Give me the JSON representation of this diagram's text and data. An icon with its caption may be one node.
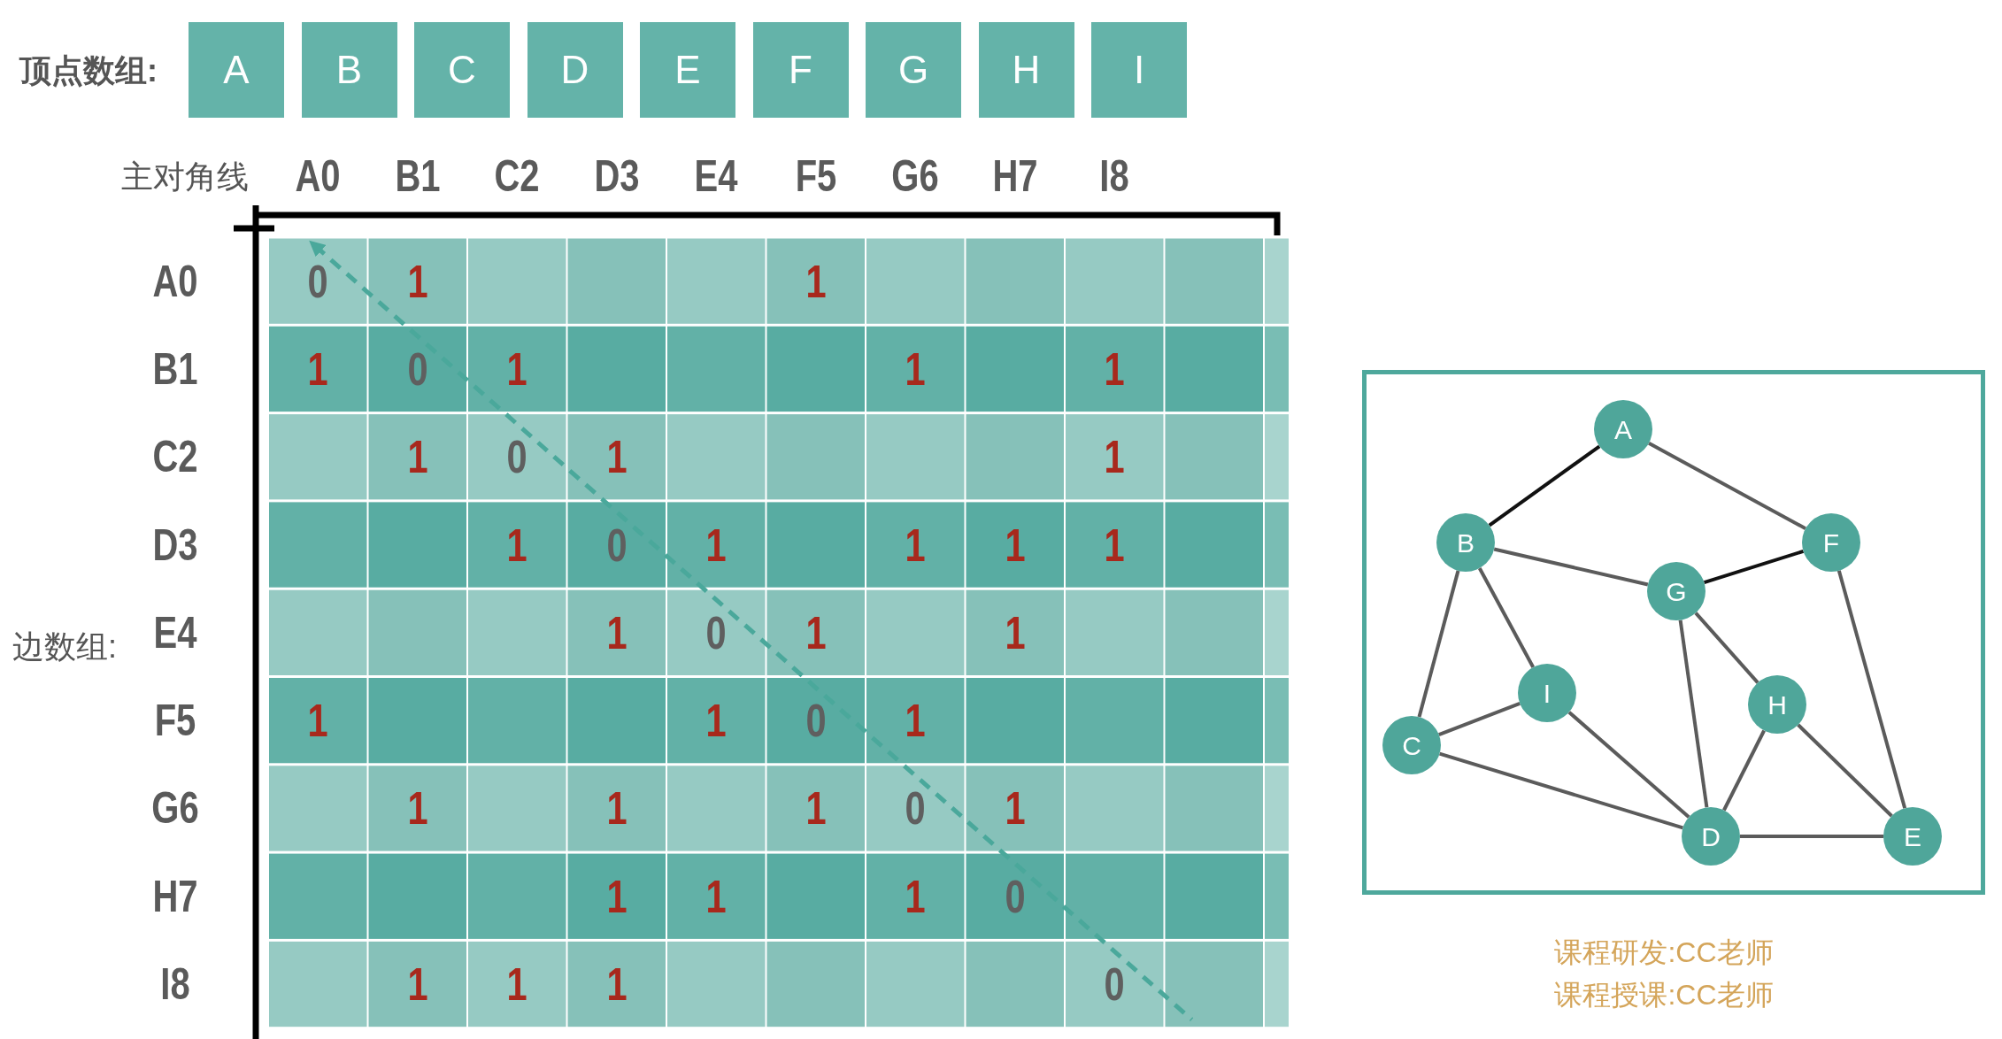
{
  "diagram": {
    "nodes": [
      {
        "text": [
          "A"
        ]
      },
      {
        "text": [
          "B"
        ]
      },
      {
        "text": [
          "C"
        ]
      },
      {
        "text": [
          "D"
        ]
      },
      {
        "text": [
          "E"
        ]
      },
      {
        "text": [
          "F"
        ]
      },
      {
        "text": [
          "G"
        ]
      },
      {
        "text": [
          "H"
        ]
      },
      {
        "text": [
          "I"
        ]
      },
      {
        "text": [],
        "shape": "box"
      },
      {
        "text": [
          "A"
        ],
        "in": 9
      },
      {
        "text": [
          "B"
        ],
        "in": 9
      },
      {
        "text": [
          "F"
        ],
        "in": 9
      },
      {
        "text": [
          "G"
        ],
        "in": 9
      },
      {
        "text": [
          "I"
        ],
        "in": 9
      },
      {
        "text": [
          "H"
        ],
        "in": 9
      },
      {
        "text": [
          "C"
        ],
        "in": 9
      },
      {
        "text": [
          "D"
        ],
        "in": 9
      },
      {
        "text": [
          "E"
        ],
        "in": 9
      }
    ],
    "edges": [
      {
        "from": 10,
        "to": 11,
        "arrow": "none",
        "color": "#111111"
      },
      {
        "from": 10,
        "to": 12,
        "arrow": "none"
      },
      {
        "from": 11,
        "to": 13,
        "arrow": "none"
      },
      {
        "from": 11,
        "to": 14,
        "arrow": "none"
      },
      {
        "from": 11,
        "to": 16,
        "arrow": "none"
      },
      {
        "from": 12,
        "to": 13,
        "arrow": "none",
        "color": "#111111"
      },
      {
        "from": 12,
        "to": 18,
        "arrow": "none"
      },
      {
        "from": 13,
        "to": 15,
        "arrow": "none"
      },
      {
        "from": 13,
        "to": 17,
        "arrow": "none"
      },
      {
        "from": 14,
        "to": 16,
        "arrow": "none"
      },
      {
        "from": 14,
        "to": 17,
        "arrow": "none"
      },
      {
        "from": 15,
        "to": 17,
        "arrow": "none"
      },
      {
        "from": 15,
        "to": 18,
        "arrow": "none"
      },
      {
        "from": 16,
        "to": 17,
        "arrow": "none"
      },
      {
        "from": 17,
        "to": 18,
        "arrow": "none"
      }
    ],
    "labels": [
      "顶点数组:",
      "主对角线",
      "A0",
      "B1",
      "C2",
      "D3",
      "E4",
      "F5",
      "G6",
      "H7",
      "I8",
      "A0",
      "0",
      "1",
      "1",
      "B1",
      "1",
      "0",
      "1",
      "1",
      "1",
      "C2",
      "1",
      "0",
      "1",
      "1",
      "D3",
      "1",
      "0",
      "1",
      "1",
      "1",
      "1",
      "边数组:",
      "E4",
      "1",
      "0",
      "1",
      "1",
      "F5",
      "1",
      "1",
      "0",
      "1",
      "G6",
      "1",
      "1",
      "1",
      "0",
      "1",
      "H7",
      "1",
      "1",
      "1",
      "0",
      "I8",
      "1",
      "1",
      "1",
      "0",
      "课程研发:CC老师",
      "课程授课:CC老师"
    ]
  }
}
